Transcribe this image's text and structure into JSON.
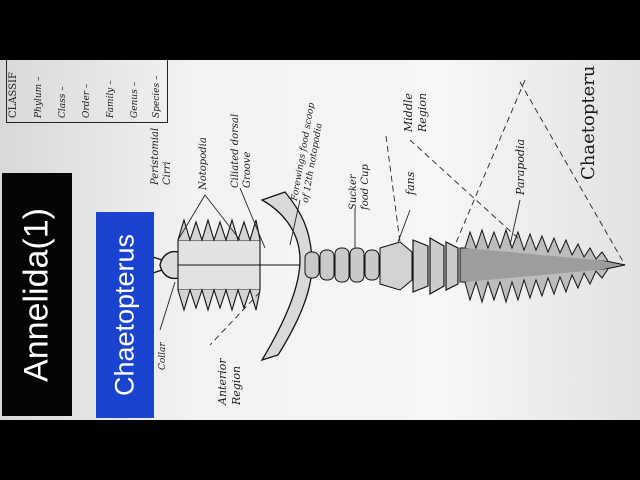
{
  "overlay": {
    "main_title": "Annelida(1)",
    "subtitle": "Chaetopterus"
  },
  "classification": {
    "header": "CLASSIF",
    "rows": [
      "Phylum –",
      "Class –",
      "Order –",
      "Family –",
      "Genus –",
      "Species –"
    ]
  },
  "labels": {
    "peristomial_cirri": "Peristomial Cirri",
    "notopodia": "Notopodia",
    "ciliated_groove": "Ciliated dorsal Groove",
    "forewings": "Forewings food scoop of 12th notopodia",
    "sucker": "Sucker food Cup",
    "fans": "fans",
    "middle_region": "Middle Region",
    "parapodia": "Parapodia",
    "collar": "Collar",
    "anterior_region": "Anterior Region",
    "species_title": "Chaetopteru"
  }
}
